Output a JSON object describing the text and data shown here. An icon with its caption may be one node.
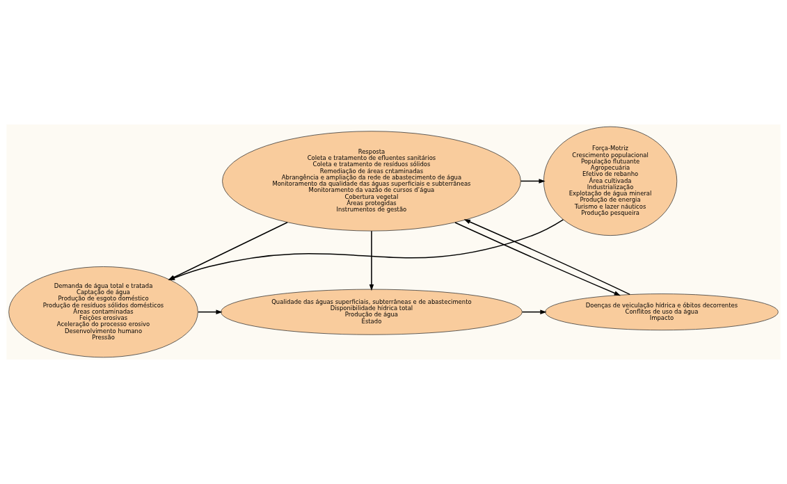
{
  "diagram": {
    "nodes": [
      {
        "text": [
          "Força-Motriz",
          "Crescimento populacional",
          "População flutuante",
          "Agropecuária",
          "Efetivo de rebanho",
          "Área cultivada",
          "Industrialização",
          "Explotação de água mineral",
          "Produção de energia",
          "Turismo e lazer náuticos",
          "Produção pesqueira"
        ]
      },
      {
        "text": [
          "Resposta",
          "Coleta e tratamento de efluentes sanitários",
          "Coleta e tratamento de resíduos sólidos",
          "Remediação de áreas cntaminadas",
          "Abrangência e ampliação da rede de abastecimento de água",
          "Monitoramento da qualidade das águas superficiais e subterrâneas",
          "Monitoramento da vazão de cursos d’água",
          "Cobertura vegetal",
          "Áreas protegidas",
          "Instrumentos de gestão"
        ]
      },
      {
        "text": [
          "Demanda de água total e tratada",
          "Captação de água",
          "Produção de esgoto doméstico",
          "Produção de resíduos sólidos domésticos",
          "Áreas contaminadas",
          "Feições erosivas",
          "Aceleração do processo erosivo",
          "Desenvolvimento humano",
          "Pressão"
        ]
      },
      {
        "text": [
          "Qualidade das águas superficiais, subterrâneas e de abastecimento",
          "Disponibilidade hídrica total",
          "Produção de água",
          "Estado"
        ]
      },
      {
        "text": [
          "Doenças de veiculação hídrica e óbitos decorrentes",
          "Conflitos de uso da água",
          "Impacto"
        ]
      }
    ],
    "edges": [
      {
        "from": 1,
        "to": 0,
        "arrow": "to"
      },
      {
        "from": 0,
        "to": 2,
        "arrow": "to"
      },
      {
        "from": 1,
        "to": 2,
        "arrow": "to"
      },
      {
        "from": 1,
        "to": 3,
        "arrow": "to"
      },
      {
        "from": 2,
        "to": 3,
        "arrow": "to"
      },
      {
        "from": 3,
        "to": 4,
        "arrow": "to"
      },
      {
        "from": 1,
        "to": 4,
        "arrow": "to"
      },
      {
        "from": 4,
        "to": 1,
        "arrow": "to"
      }
    ]
  }
}
